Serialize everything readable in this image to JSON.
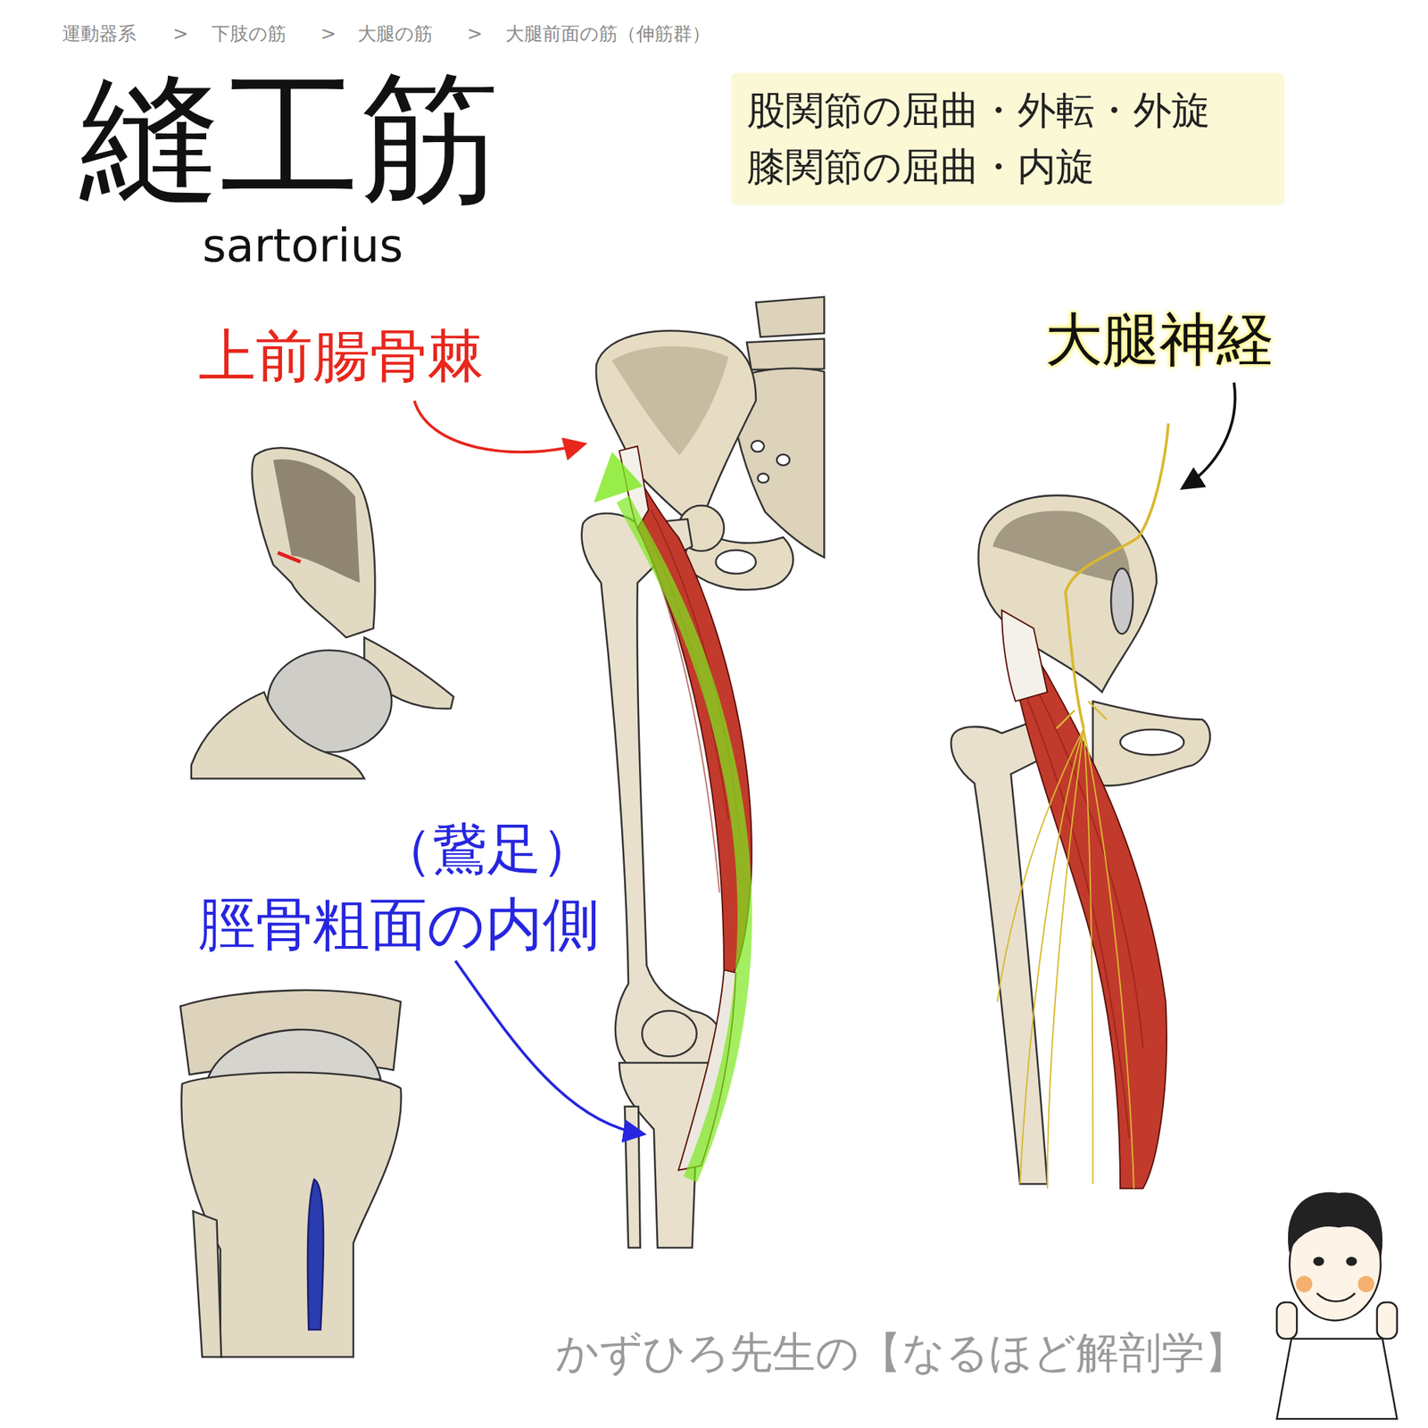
{
  "diagram": {
    "title": "縫工筋",
    "nodes": [
      {
        "text": [
          "股関節の屈曲・外転・外旋",
          "膝関節の屈曲・内旋"
        ]
      }
    ],
    "labels": [
      "運動器系",
      ">",
      "下肢の筋",
      ">",
      "大腿の筋",
      ">",
      "大腿前面の筋（伸筋群）",
      "sartorius",
      "上前腸骨棘",
      "大腿神経",
      "（鵞足）",
      "脛骨粗面の内側",
      "かずひろ先生の【なるほど解剖学】"
    ]
  }
}
